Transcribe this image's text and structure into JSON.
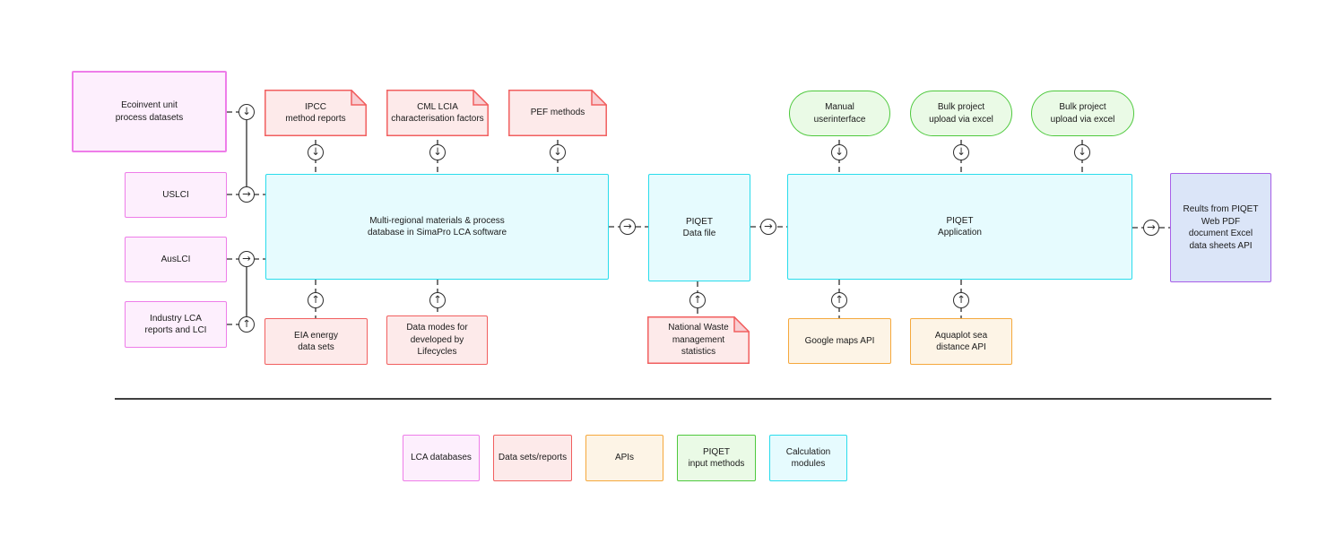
{
  "nodes": {
    "ecoinvent": {
      "label": "Ecoinvent unit\nprocess datasets",
      "category": "LCA databases"
    },
    "uslci": {
      "label": "USLCI",
      "category": "LCA databases"
    },
    "auslci": {
      "label": "AusLCI",
      "category": "LCA databases"
    },
    "industry_lca": {
      "label": "Industry LCA\nreports and LCI",
      "category": "LCA databases"
    },
    "ipcc": {
      "label": "IPCC\nmethod reports",
      "category": "Data sets/reports"
    },
    "cml": {
      "label": "CML LCIA\ncharacterisation factors",
      "category": "Data sets/reports"
    },
    "pef": {
      "label": "PEF methods",
      "category": "Data sets/reports"
    },
    "simapro": {
      "label": "Multi-regional materials & process\ndatabase in SimaPro LCA software",
      "category": "Calculation modules"
    },
    "piqet_data_file": {
      "label": "PIQET\nData file",
      "category": "Calculation modules"
    },
    "piqet_application": {
      "label": "PIQET\nApplication",
      "category": "Calculation modules"
    },
    "results": {
      "label": "Reults from PIQET\nWeb PDF\ndocument Excel\ndata sheets API",
      "category": "Results"
    },
    "manual_ui": {
      "label": "Manual\nuserinterface",
      "category": "PIQET input methods"
    },
    "bulk_upload_1": {
      "label": "Bulk project\nupload via excel",
      "category": "PIQET input methods"
    },
    "bulk_upload_2": {
      "label": "Bulk project\nupload via excel",
      "category": "PIQET input methods"
    },
    "eia_energy": {
      "label": "EIA energy\ndata sets",
      "category": "Data sets/reports"
    },
    "data_modes": {
      "label": "Data modes for\ndeveloped by\nLifecycles",
      "category": "Data sets/reports"
    },
    "national_waste": {
      "label": "National Waste\nmanagement\nstatistics",
      "category": "Data sets/reports"
    },
    "google_maps": {
      "label": "Google maps API",
      "category": "APIs"
    },
    "aquaplot": {
      "label": "Aquaplot sea\ndistance API",
      "category": "APIs"
    }
  },
  "legend": {
    "lca_databases": "LCA databases",
    "data_sets_reports": "Data sets/reports",
    "apis": "APIs",
    "piqet_input_methods": "PIQET\ninput methods",
    "calculation_modules": "Calculation\nmodules"
  },
  "glyphs": {
    "down": "↓",
    "right": "→",
    "up": "↑"
  },
  "colors": {
    "lca_database_border": "#ee7de9",
    "lca_database_fill": "#fdeffd",
    "data_report_border": "#f15f5f",
    "data_report_fill": "#fdeaea",
    "api_border": "#f5a83c",
    "api_fill": "#fdf4e6",
    "input_method_border": "#4ec93d",
    "input_method_fill": "#eafae6",
    "calc_module_border": "#29dcec",
    "calc_module_fill": "#e6fbfe",
    "results_border": "#a85fe8",
    "results_fill": "#dbe5f8",
    "connector": "#2d2d2d"
  }
}
